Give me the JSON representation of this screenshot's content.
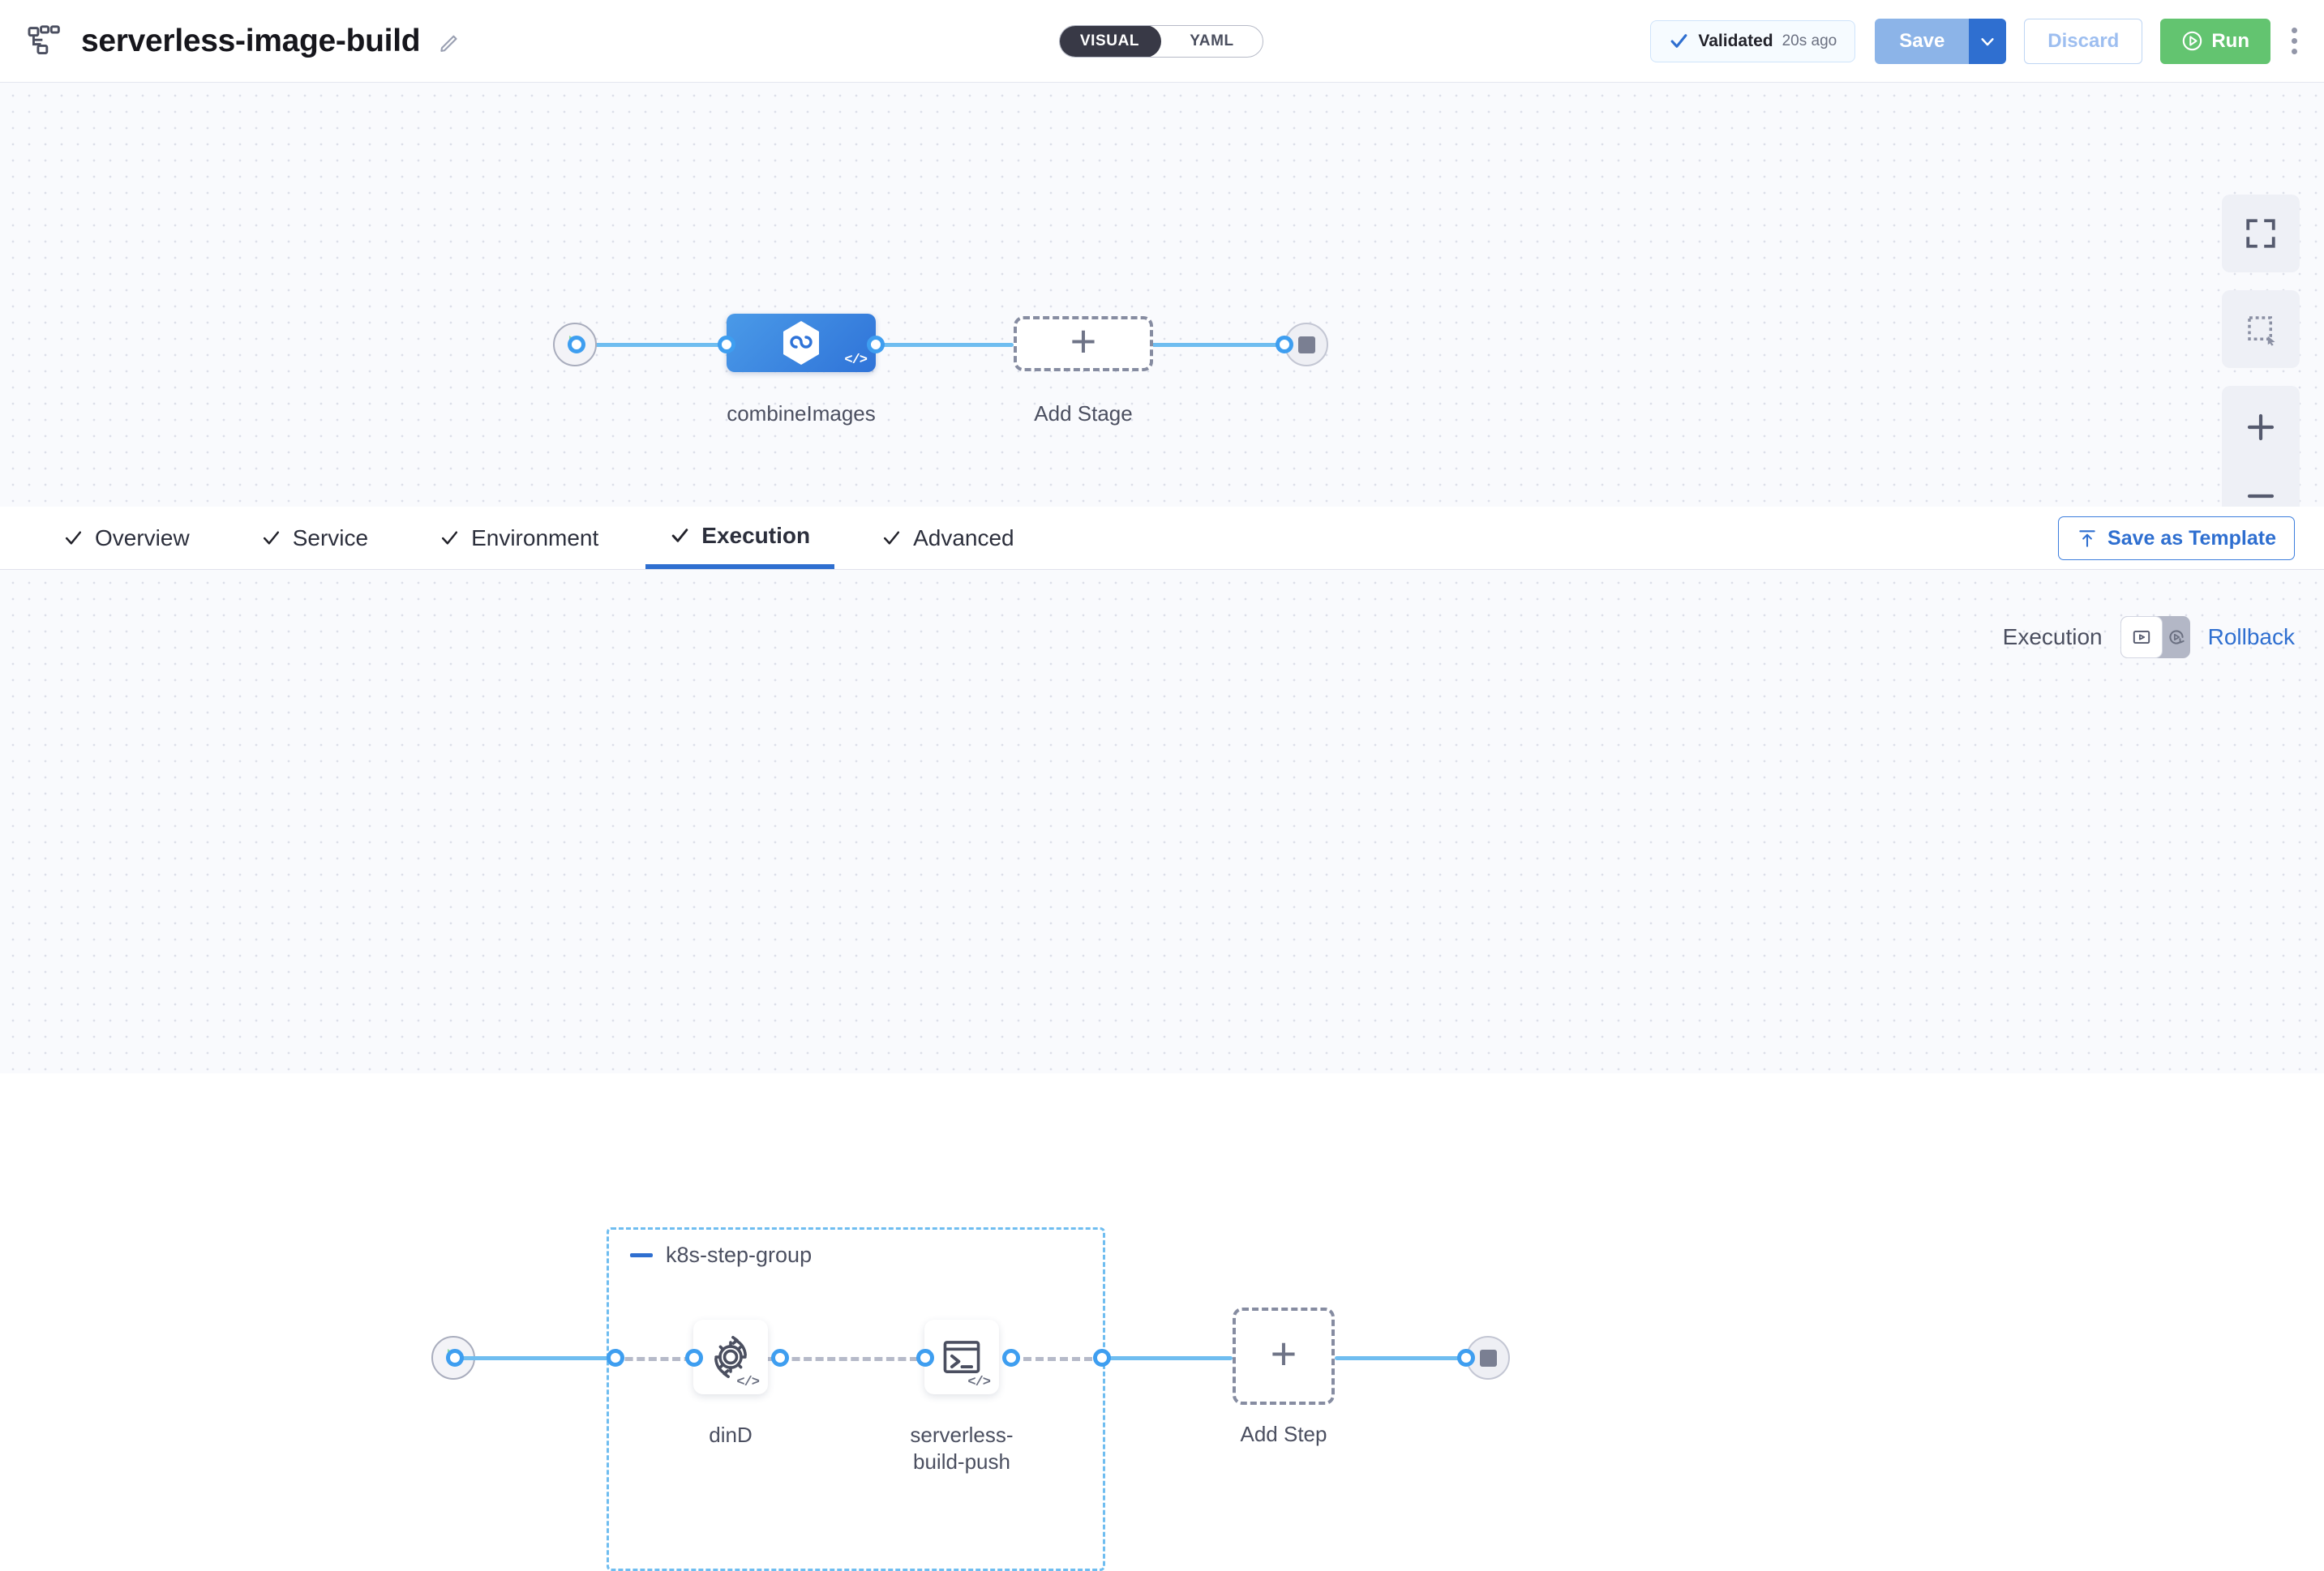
{
  "header": {
    "pipeline_icon": "pipeline-icon",
    "title": "serverless-image-build",
    "edit_icon": "pencil-edit-icon",
    "mode_toggle": {
      "options": [
        "VISUAL",
        "YAML"
      ],
      "selected": "VISUAL"
    },
    "validated": {
      "icon": "check-icon",
      "label": "Validated",
      "time": "20s ago"
    },
    "save": {
      "label": "Save",
      "caret_icon": "chevron-down-icon"
    },
    "discard": {
      "label": "Discard"
    },
    "run": {
      "label": "Run",
      "icon": "play-circle-icon"
    },
    "more_menu_icon": "vertical-dots-icon"
  },
  "stage_canvas": {
    "start_node": {
      "icon": "play-triangle-icon"
    },
    "stage": {
      "name": "combineImages",
      "icon": "harness-hexagon-icon",
      "badge": "</>"
    },
    "add_stage": {
      "label": "Add Stage",
      "icon": "plus-icon"
    },
    "end_node": {
      "icon": "stop-square-icon"
    },
    "controls": [
      {
        "name": "fit-to-screen",
        "icon": "fit-screen-icon"
      },
      {
        "name": "selection-box",
        "icon": "marquee-select-icon"
      },
      {
        "name": "zoom-in",
        "icon": "plus-icon"
      },
      {
        "name": "zoom-out",
        "icon": "minus-icon"
      }
    ]
  },
  "tabs_bar": {
    "tabs": [
      {
        "label": "Overview",
        "checked": true,
        "active": false
      },
      {
        "label": "Service",
        "checked": true,
        "active": false
      },
      {
        "label": "Environment",
        "checked": true,
        "active": false
      },
      {
        "label": "Execution",
        "checked": true,
        "active": true
      },
      {
        "label": "Advanced",
        "checked": true,
        "active": false
      }
    ],
    "save_as_template": {
      "label": "Save as Template",
      "icon": "template-upload-icon"
    }
  },
  "exec_canvas": {
    "mode_switch": {
      "left_label": "Execution",
      "right_label": "Rollback",
      "selected": "Execution",
      "left_icon": "execution-play-box-icon",
      "right_icon": "rollback-circular-arrow-icon"
    },
    "start_node": {
      "icon": "play-triangle-icon"
    },
    "step_group": {
      "title": "k8s-step-group",
      "collapse_icon": "minus-collapse-icon",
      "steps": [
        {
          "name": "dinD",
          "icon": "gear-rotate-icon",
          "badge": "</>"
        },
        {
          "name": "serverless-\nbuild-push",
          "icon": "terminal-icon",
          "badge": "</>"
        }
      ]
    },
    "add_step": {
      "label": "Add Step",
      "icon": "plus-icon"
    },
    "end_node": {
      "icon": "stop-square-icon"
    }
  },
  "colors": {
    "accent_blue": "#2f6fd0",
    "edge_blue": "#6fbdf0",
    "run_green": "#63c470",
    "canvas_bg": "#f9fafd",
    "dark_pill": "#383946"
  }
}
